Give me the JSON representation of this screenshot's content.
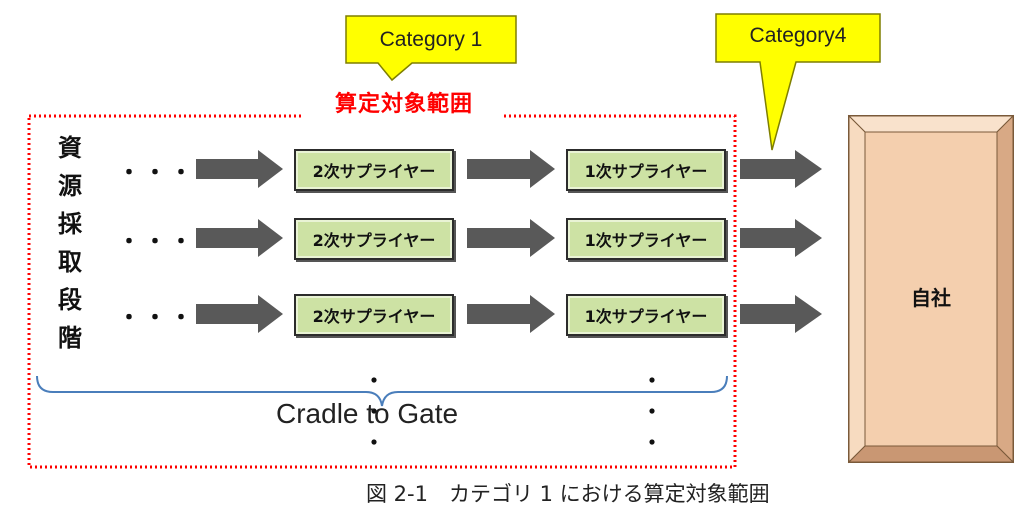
{
  "callouts": {
    "category1": "Category 1",
    "category4": "Category4"
  },
  "scope_title": "算定対象範囲",
  "left_label_chars": [
    "資",
    "源",
    "採",
    "取",
    "段",
    "階"
  ],
  "ellipsis": "・・・",
  "rows": [
    {
      "tier2": "2次サプライヤー",
      "tier1": "1次サプライヤー"
    },
    {
      "tier2": "2次サプライヤー",
      "tier1": "1次サプライヤー"
    },
    {
      "tier2": "2次サプライヤー",
      "tier1": "1次サプライヤー"
    }
  ],
  "bracket_label": "Cradle to Gate",
  "company": "自社",
  "caption": "図 2-1　カテゴリ 1 における算定対象範囲",
  "colors": {
    "scope_border": "#ff0000",
    "callout_fill": "#ffff00",
    "supplier_fill": "#cde2a4",
    "arrow": "#595959",
    "company_fill": "#f4cfae",
    "bracket": "#4a7ebb"
  }
}
